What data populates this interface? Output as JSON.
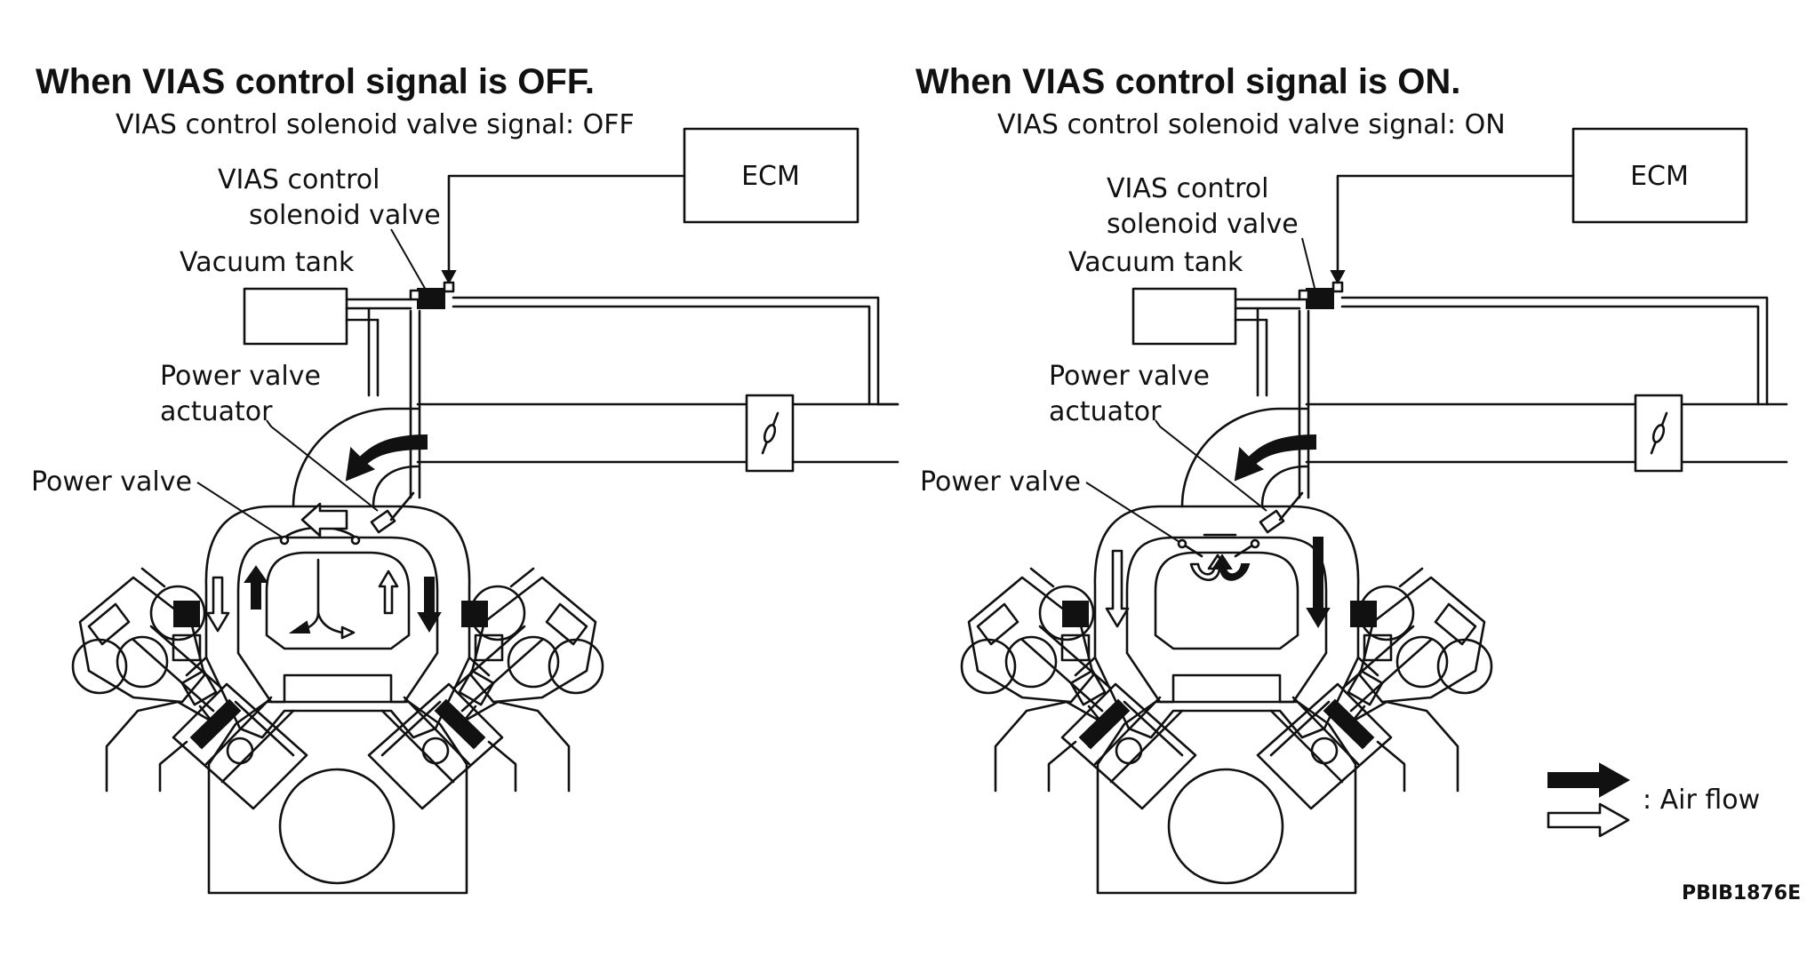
{
  "diagram_id": "PBIB1876E",
  "panels": [
    {
      "id": "off",
      "title": "When VIAS control signal is OFF.",
      "signal_text": "VIAS control solenoid valve signal: OFF",
      "solenoid_label_line1": "VIAS control",
      "solenoid_label_line2": "solenoid valve",
      "ecm_label": "ECM",
      "vacuum_tank_label": "Vacuum tank",
      "actuator_label_line1": "Power valve",
      "actuator_label_line2": "actuator",
      "power_valve_label": "Power valve",
      "power_valve_state": "closed"
    },
    {
      "id": "on",
      "title": "When VIAS control signal is ON.",
      "signal_text": "VIAS control solenoid valve signal: ON",
      "solenoid_label_line1": "VIAS control",
      "solenoid_label_line2": "solenoid valve",
      "ecm_label": "ECM",
      "vacuum_tank_label": "Vacuum tank",
      "actuator_label_line1": "Power valve",
      "actuator_label_line2": "actuator",
      "power_valve_label": "Power valve",
      "power_valve_state": "open"
    }
  ],
  "legend": {
    "label": ": Air flow",
    "items": [
      {
        "style": "solid-black-arrow"
      },
      {
        "style": "hollow-white-arrow"
      }
    ]
  },
  "colors": {
    "line": "#111111",
    "background": "#ffffff"
  }
}
